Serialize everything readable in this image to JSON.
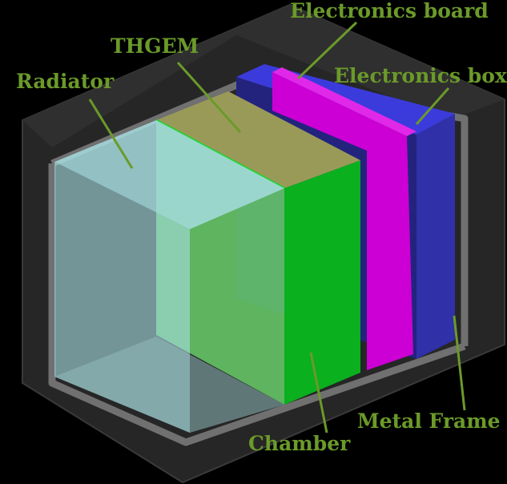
{
  "colors": {
    "background": "#000000",
    "label_text": "#6b9a2a",
    "leader_line": "#6b9a2a",
    "outer_frame": "#2b2b2b",
    "frame_edge": "#6c6c6c",
    "radiator": "#a9e0e4",
    "thgem": "#9a9a55",
    "chamber": "#14c428",
    "electronics_board": "#d000d8",
    "electronics_box": "#3a3ab6"
  },
  "labels": {
    "electronics_board": "Electronics board",
    "thgem": "THGEM",
    "radiator": "Radiator",
    "electronics_box": "Electronics box",
    "metal_frame": "Metal Frame",
    "chamber": "Chamber"
  }
}
